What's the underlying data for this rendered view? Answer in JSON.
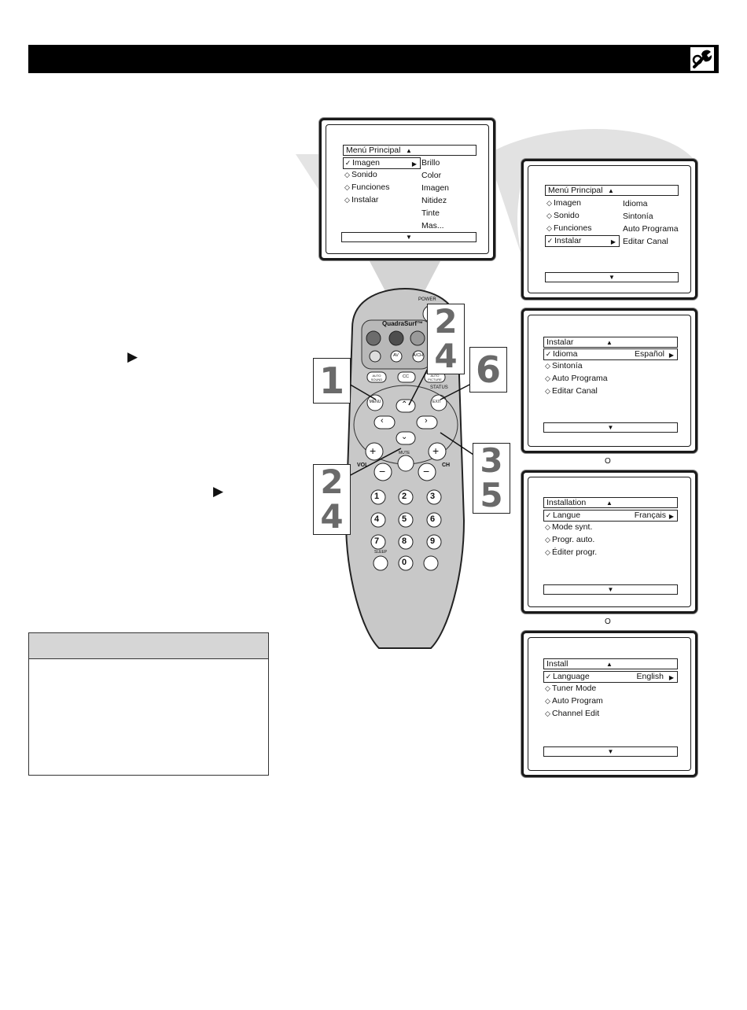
{
  "header": {
    "icon": "wrench-icon"
  },
  "menu_main": {
    "title": "Menú Principal",
    "items": [
      "Imagen",
      "Sonido",
      "Funciones",
      "Instalar"
    ],
    "sub_items": [
      "Brillo",
      "Color",
      "Imagen",
      "Nitidez",
      "Tinte",
      "Mas..."
    ]
  },
  "menu_install_select": {
    "title": "Menú Principal",
    "items": [
      "Imagen",
      "Sonido",
      "Funciones",
      "Instalar"
    ],
    "sub_items": [
      "Idioma",
      "Sintonía",
      "Auto Programa",
      "Editar Canal"
    ]
  },
  "menu_es": {
    "title": "Instalar",
    "items": [
      "Idioma",
      "Sintonía",
      "Auto Programa",
      "Editar Canal"
    ],
    "value": "Español"
  },
  "menu_fr": {
    "title": "Installation",
    "items": [
      "Langue",
      "Mode synt.",
      "Progr.  auto.",
      "Éditer progr."
    ],
    "value": "Français"
  },
  "menu_en": {
    "title": "Install",
    "items": [
      "Language",
      "Tuner Mode",
      "Auto Program",
      "Channel Edit"
    ],
    "value": "English"
  },
  "or_labels": [
    "O",
    "O"
  ],
  "remote": {
    "power": "POWER",
    "brand_row": "QuadraSurf™",
    "av": "AV",
    "ach": "A/CH",
    "auto_sound": "AUTO SOUND",
    "cc": "CC",
    "auto_picture": "AUTO PICTURE",
    "status": "STATUS",
    "menu": "MENU",
    "exit": "EXIT",
    "vol": "VOL",
    "ch": "CH",
    "mute": "MUTE",
    "sleep": "SLEEP",
    "digits": [
      "1",
      "2",
      "3",
      "4",
      "5",
      "6",
      "7",
      "8",
      "9",
      "0"
    ]
  },
  "steps": {
    "s1": "1",
    "s24a": "2\n4",
    "s6": "6",
    "s35": "3\n5",
    "s24b": "2\n4"
  },
  "left_arrows": [
    "▶",
    "▶"
  ]
}
